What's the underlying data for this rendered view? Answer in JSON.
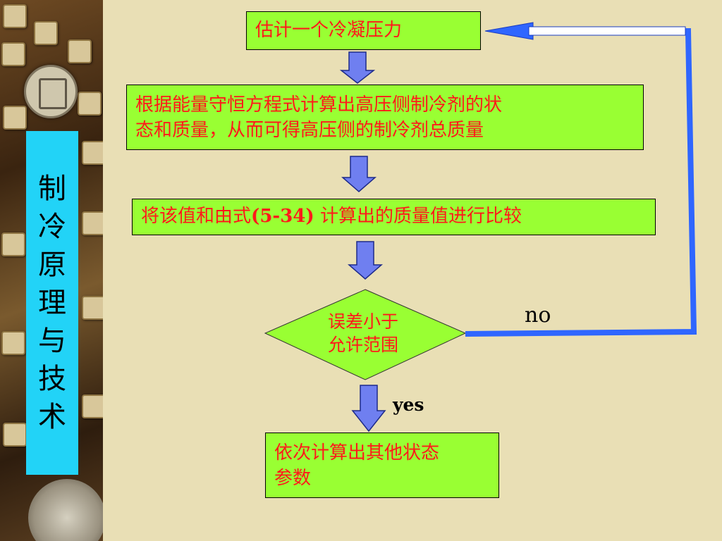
{
  "sidebar": {
    "title_chars": [
      "制",
      "冷",
      "原",
      "理",
      "与",
      "技",
      "术"
    ]
  },
  "flow": {
    "step1": "估计一个冷凝压力",
    "step2_line1": "根据能量守恒方程式计算出高压侧制冷剂的状",
    "step2_line2": "态和质量，从而可得高压侧的制冷剂总质量",
    "step3_a": "将该值和由式",
    "step3_b": "(5-34)",
    "step3_c": " 计算出的质量值进行比较",
    "decision_line1": "误差小于",
    "decision_line2": "允许范围",
    "no_label": "no",
    "yes_label": "yes",
    "step4_line1": "依次计算出其他状态",
    "step4_line2": "参数"
  },
  "colors": {
    "box_fill": "#99ff33",
    "text_red": "#ff1a1a",
    "arrow_fill": "#6f7ff0",
    "loop_line": "#2f66ff",
    "title_band": "#22d3f7",
    "background": "#e9dfb5"
  }
}
